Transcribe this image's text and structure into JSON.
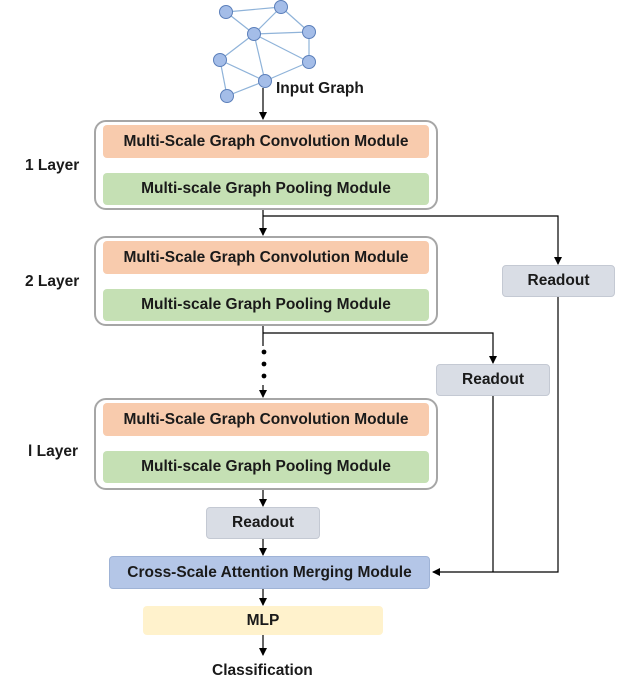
{
  "input_graph": {
    "label": "Input Graph"
  },
  "layers": [
    {
      "label": "1 Layer",
      "conv": "Multi-Scale Graph Convolution Module",
      "pool": "Multi-scale Graph Pooling Module"
    },
    {
      "label": "2 Layer",
      "conv": "Multi-Scale Graph Convolution Module",
      "pool": "Multi-scale Graph Pooling Module"
    },
    {
      "label": "l Layer",
      "conv": "Multi-Scale Graph Convolution Module",
      "pool": "Multi-scale Graph Pooling Module"
    }
  ],
  "readouts": [
    "Readout",
    "Readout",
    "Readout"
  ],
  "merge": {
    "label": "Cross-Scale Attention Merging Module"
  },
  "mlp": {
    "label": "MLP"
  },
  "output": {
    "label": "Classification"
  },
  "colors": {
    "conv": "#f8cbad",
    "pool": "#c5e0b4",
    "readout": "#d9dde5",
    "merge": "#b4c6e7",
    "mlp": "#fff2cc",
    "graph_node": "#a4bde8",
    "graph_edge": "#8fb3d9"
  }
}
